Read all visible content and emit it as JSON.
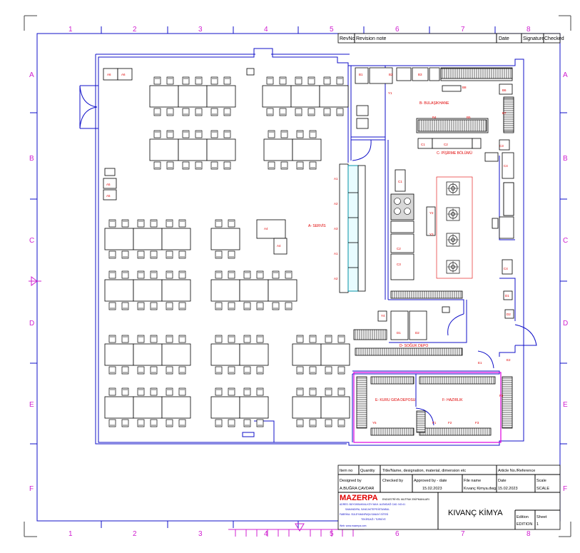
{
  "grid": {
    "columns": [
      "1",
      "2",
      "3",
      "4",
      "5",
      "6",
      "7",
      "8"
    ],
    "rows": [
      "A",
      "B",
      "C",
      "D",
      "E",
      "F"
    ]
  },
  "revision": {
    "rev_no": "RevNo",
    "note": "Revision note",
    "date": "Date",
    "signature": "Signature",
    "checked": "Checked"
  },
  "title_block": {
    "item_no": "Item no",
    "quantity": "Quantity",
    "title_desc": "Title/Name, designation, material, dimension etc",
    "article_no": "Article No./Reference",
    "designed_by_label": "Designed by",
    "designed_by": "A.BUĞRA ÇAVDAR",
    "checked_by": "Checked by",
    "approved_by_label": "Approved by - date",
    "approved_date": "15.02.2023",
    "file_name_label": "File name",
    "file_name": "Kıvanç Kimya.dwg",
    "date_label": "Date",
    "date": "15.02.2023",
    "scale_label": "Scale",
    "scale": "SCALE",
    "company_logo": "MAZERPA",
    "company_line1": "ENDÜSTRİYEL MUTFAK EKİPMANLARI",
    "company_line2": "ADRES: BÜYÜKBAKKALKÖY MAH. ALEMDAĞ CAD. NO:41",
    "company_line3": "SAMANDIRA, SANCAKTEPE/İSTANBUL",
    "company_line4": "FABRİKA: SÜLEYMANPAŞA SANAYİ SİTESİ",
    "company_line5": "TEKİRDAĞ / TÜRKİYE",
    "company_web": "Web: www.mazerpa.com",
    "project_name": "KIVANÇ KİMYA",
    "edition_label": "Edition",
    "edition": "EDITION",
    "sheet_label": "Sheet",
    "sheet": "1"
  },
  "zones": {
    "service": "A- SERVİS",
    "washing": "B- BULAŞIKHANE",
    "cooking": "C- PİŞİRME BÖLÜMÜ",
    "cold_store": "D- SOĞUK DEPO",
    "dry_store": "E- KURU GIDA DEPOSU",
    "prep": "F- HAZIRLIK"
  },
  "tags": {
    "a4": "A4",
    "a5": "A5",
    "a6": "A6",
    "a1": "A1",
    "a2": "A2",
    "a3": "A3",
    "b1": "B1",
    "b2": "B2",
    "b3": "B3",
    "b4": "B4",
    "b5": "B5",
    "b6": "B6",
    "b7": "B7",
    "b8": "B8",
    "c1": "C1",
    "c2": "C2",
    "c3": "C3",
    "c4": "C4",
    "d1": "D1",
    "d2": "D2",
    "e1": "E1",
    "e2": "E2",
    "f1": "F1",
    "f2": "F2",
    "f3": "F3",
    "y1": "Y1",
    "y2": "Y2",
    "y3": "Y3",
    "y4": "Y4",
    "y5": "Y5"
  },
  "colors": {
    "walls": "#1010c8",
    "equipment": "#000000",
    "labels": "#e00000",
    "grid_labels": "#d020d0",
    "magenta_zone": "#e000e0"
  }
}
